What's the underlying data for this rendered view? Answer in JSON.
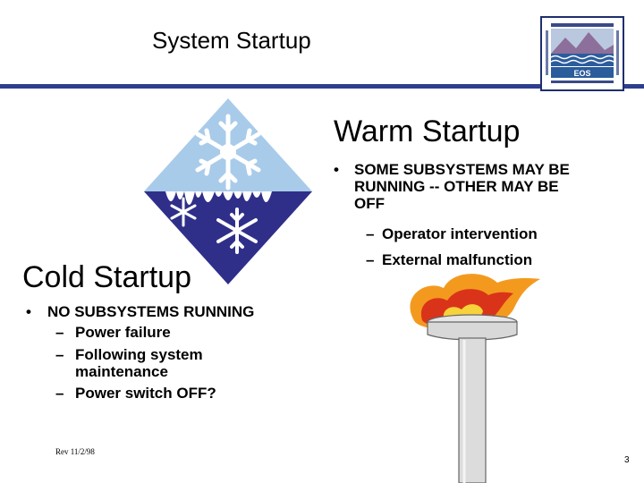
{
  "header": {
    "title": "System Startup"
  },
  "logo": {
    "text": "EOS"
  },
  "warm": {
    "heading": "Warm Startup",
    "bullet": "SOME SUBSYSTEMS MAY BE RUNNING -- OTHER MAY BE OFF",
    "bullet_lines": [
      "SOME SUBSYSTEMS MAY BE",
      "RUNNING -- OTHER MAY BE",
      "OFF"
    ],
    "subs": [
      "Operator intervention",
      "External malfunction"
    ]
  },
  "cold": {
    "heading": "Cold Startup",
    "bullet": "NO SUBSYSTEMS RUNNING",
    "subs": [
      "Power failure",
      "Following system maintenance",
      "Power switch OFF?"
    ],
    "sub2_lines": [
      "Following system",
      "maintenance"
    ]
  },
  "footer": {
    "revision": "Rev 11/2/98",
    "page": "3"
  },
  "colors": {
    "rule": "#2e3f8f",
    "snow_light": "#a9cbea",
    "snow_dark": "#2f2f8a",
    "flame_orange": "#f39a1e",
    "flame_red": "#d9341a",
    "torch_gray": "#d8d8d8"
  }
}
